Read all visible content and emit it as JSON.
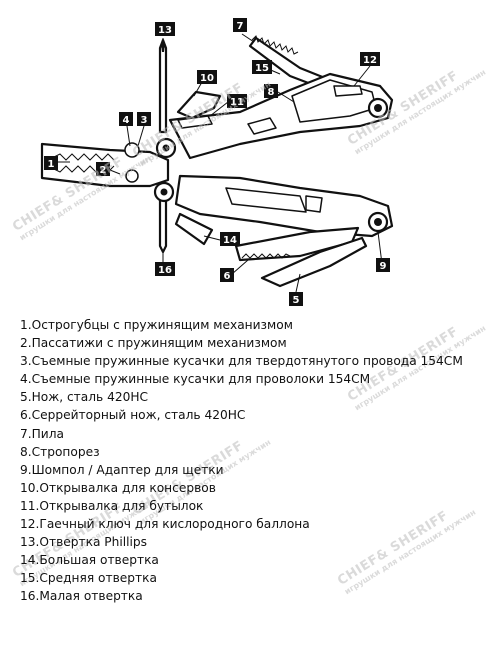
{
  "callouts": [
    {
      "num": "1"
    },
    {
      "num": "2"
    },
    {
      "num": "3"
    },
    {
      "num": "4"
    },
    {
      "num": "5"
    },
    {
      "num": "6"
    },
    {
      "num": "7"
    },
    {
      "num": "8"
    },
    {
      "num": "9"
    },
    {
      "num": "10"
    },
    {
      "num": "11"
    },
    {
      "num": "12"
    },
    {
      "num": "13"
    },
    {
      "num": "14"
    },
    {
      "num": "15"
    },
    {
      "num": "16"
    }
  ],
  "legend": [
    "1.Острогубцы с пружинящим механизмом",
    "2.Пассатижи с пружинящим механизмом",
    "3.Съемные пружинные кусачки для твердотянутого провода 154CM",
    "4.Съемные пружинные кусачки для проволоки 154CM",
    "5.Нож, сталь 420HC",
    "6.Серрейторный нож, сталь 420HC",
    "7.Пила",
    "8.Стропорез",
    "9.Шомпол / Адаптер для щетки",
    "10.Открывалка для консервов",
    "11.Открывалка для бутылок",
    "12.Гаечный ключ для кислородного баллона",
    "13.Отвертка Phillips",
    "14.Большая отвертка",
    "15.Средняя отвертка",
    "16.Малая отвертка"
  ],
  "watermark": {
    "brand": "CHIEF& SHERIFF",
    "tagline": "игрушки для настоящих мужчин"
  }
}
